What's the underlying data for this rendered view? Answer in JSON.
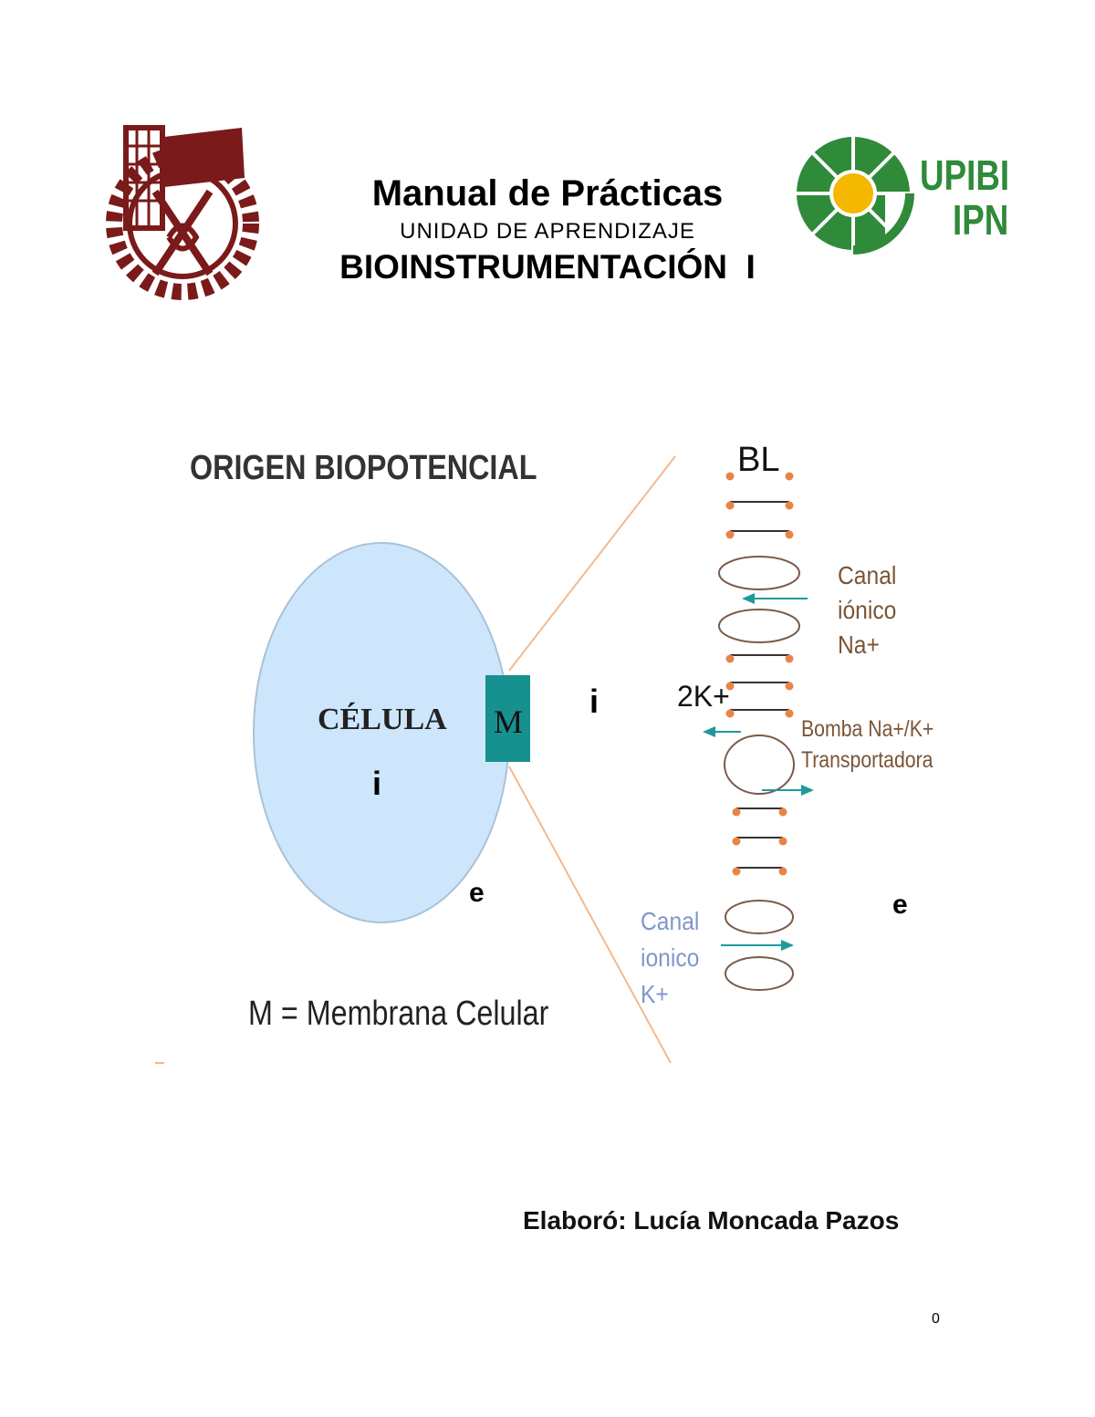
{
  "header": {
    "logo_left": "IPN",
    "logo_right": {
      "line1": "UPIBI",
      "line2": "IPN"
    },
    "title": "Manual de Prácticas",
    "subtitle": "UNIDAD DE APRENDIZAJE",
    "course": "BIOINSTRUMENTACIÓN  I"
  },
  "diagram": {
    "heading": "ORIGEN BIOPOTENCIAL",
    "cell_label": "CÉLULA",
    "cell_inside": "i",
    "cell_outside": "e",
    "membrane_box": "M",
    "inside_label": "i",
    "legend": "M = Membrana Celular",
    "bilayer_label": "BL",
    "na_channel": [
      "Canal",
      "iónico",
      "Na+"
    ],
    "k2_label": "2K+",
    "pump": [
      "Bomba Na+/K+",
      "Transportadora"
    ],
    "k_channel": [
      "Canal",
      "ionico",
      "K+"
    ],
    "outside_label": "e",
    "colors": {
      "cell_fill": "#cde6fb",
      "membrane_box": "#16918f",
      "arrow": "#1f9a9a",
      "lipid_head": "#e8844a",
      "zoom_lines": "#f3b98e",
      "na_text": "#7a5536",
      "k_text": "#7f98c8"
    }
  },
  "footer": {
    "author": "Elaboró: Lucía Moncada Pazos",
    "page_number": "0"
  }
}
